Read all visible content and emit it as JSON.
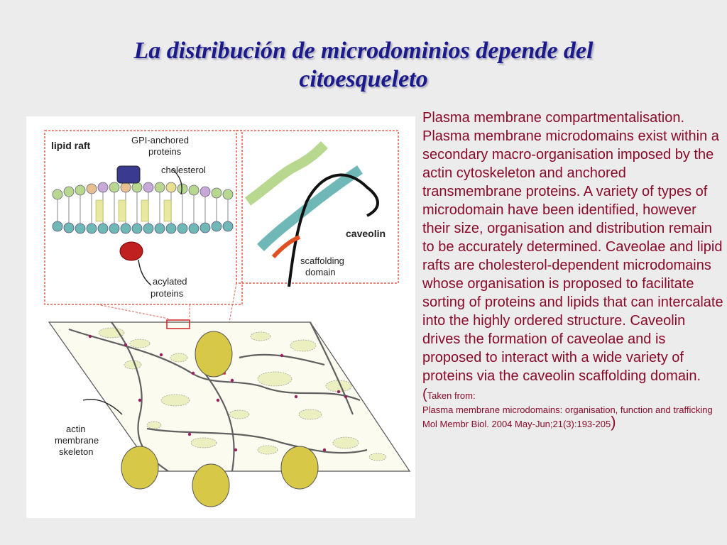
{
  "title": {
    "line1": "La distribución de microdominios depende del",
    "line2": "citoesqueleto"
  },
  "figure": {
    "lipid_raft_label": "lipid raft",
    "gpi_label_1": "GPI-anchored",
    "gpi_label_2": "proteins",
    "cholesterol_label": "cholesterol",
    "acylated_label_1": "acylated",
    "acylated_label_2": "proteins",
    "caveolin_label": "caveolin",
    "scaffolding_label_1": "scaffolding",
    "scaffolding_label_2": "domain",
    "actin_label_1": "actin",
    "actin_label_2": "membrane",
    "actin_label_3": "skeleton"
  },
  "body": {
    "heading": "Plasma membrane compartmentalisation.",
    "paragraph": "Plasma membrane microdomains exist within a secondary macro-organisation imposed by the actin cytoskeleton and anchored transmembrane proteins. A variety of types of microdomain have been identified, however their size, organisation and distribution remain to be accurately determined. Caveolae and lipid rafts are cholesterol-dependent microdomains whose organisation is proposed to facilitate sorting of proteins and lipids that can intercalate into the highly ordered structure. Caveolin drives the formation of caveolae and is proposed to interact with a wide variety of proteins via the caveolin scaffolding domain. (",
    "source_intro": "Taken from:",
    "source_title": "Plasma membrane microdomains: organisation, function and trafficking",
    "source_citation": " Mol Membr Biol. 2004 May-Jun;21(3):193-205",
    "close_paren": ")"
  },
  "colors": {
    "title": "#1a1a8c",
    "body_text": "#8b0a2a",
    "background": "#ececec",
    "dashed_box": "#e06050",
    "actin": "#8a1a4a",
    "caveolae_fill": "#d8c848"
  }
}
